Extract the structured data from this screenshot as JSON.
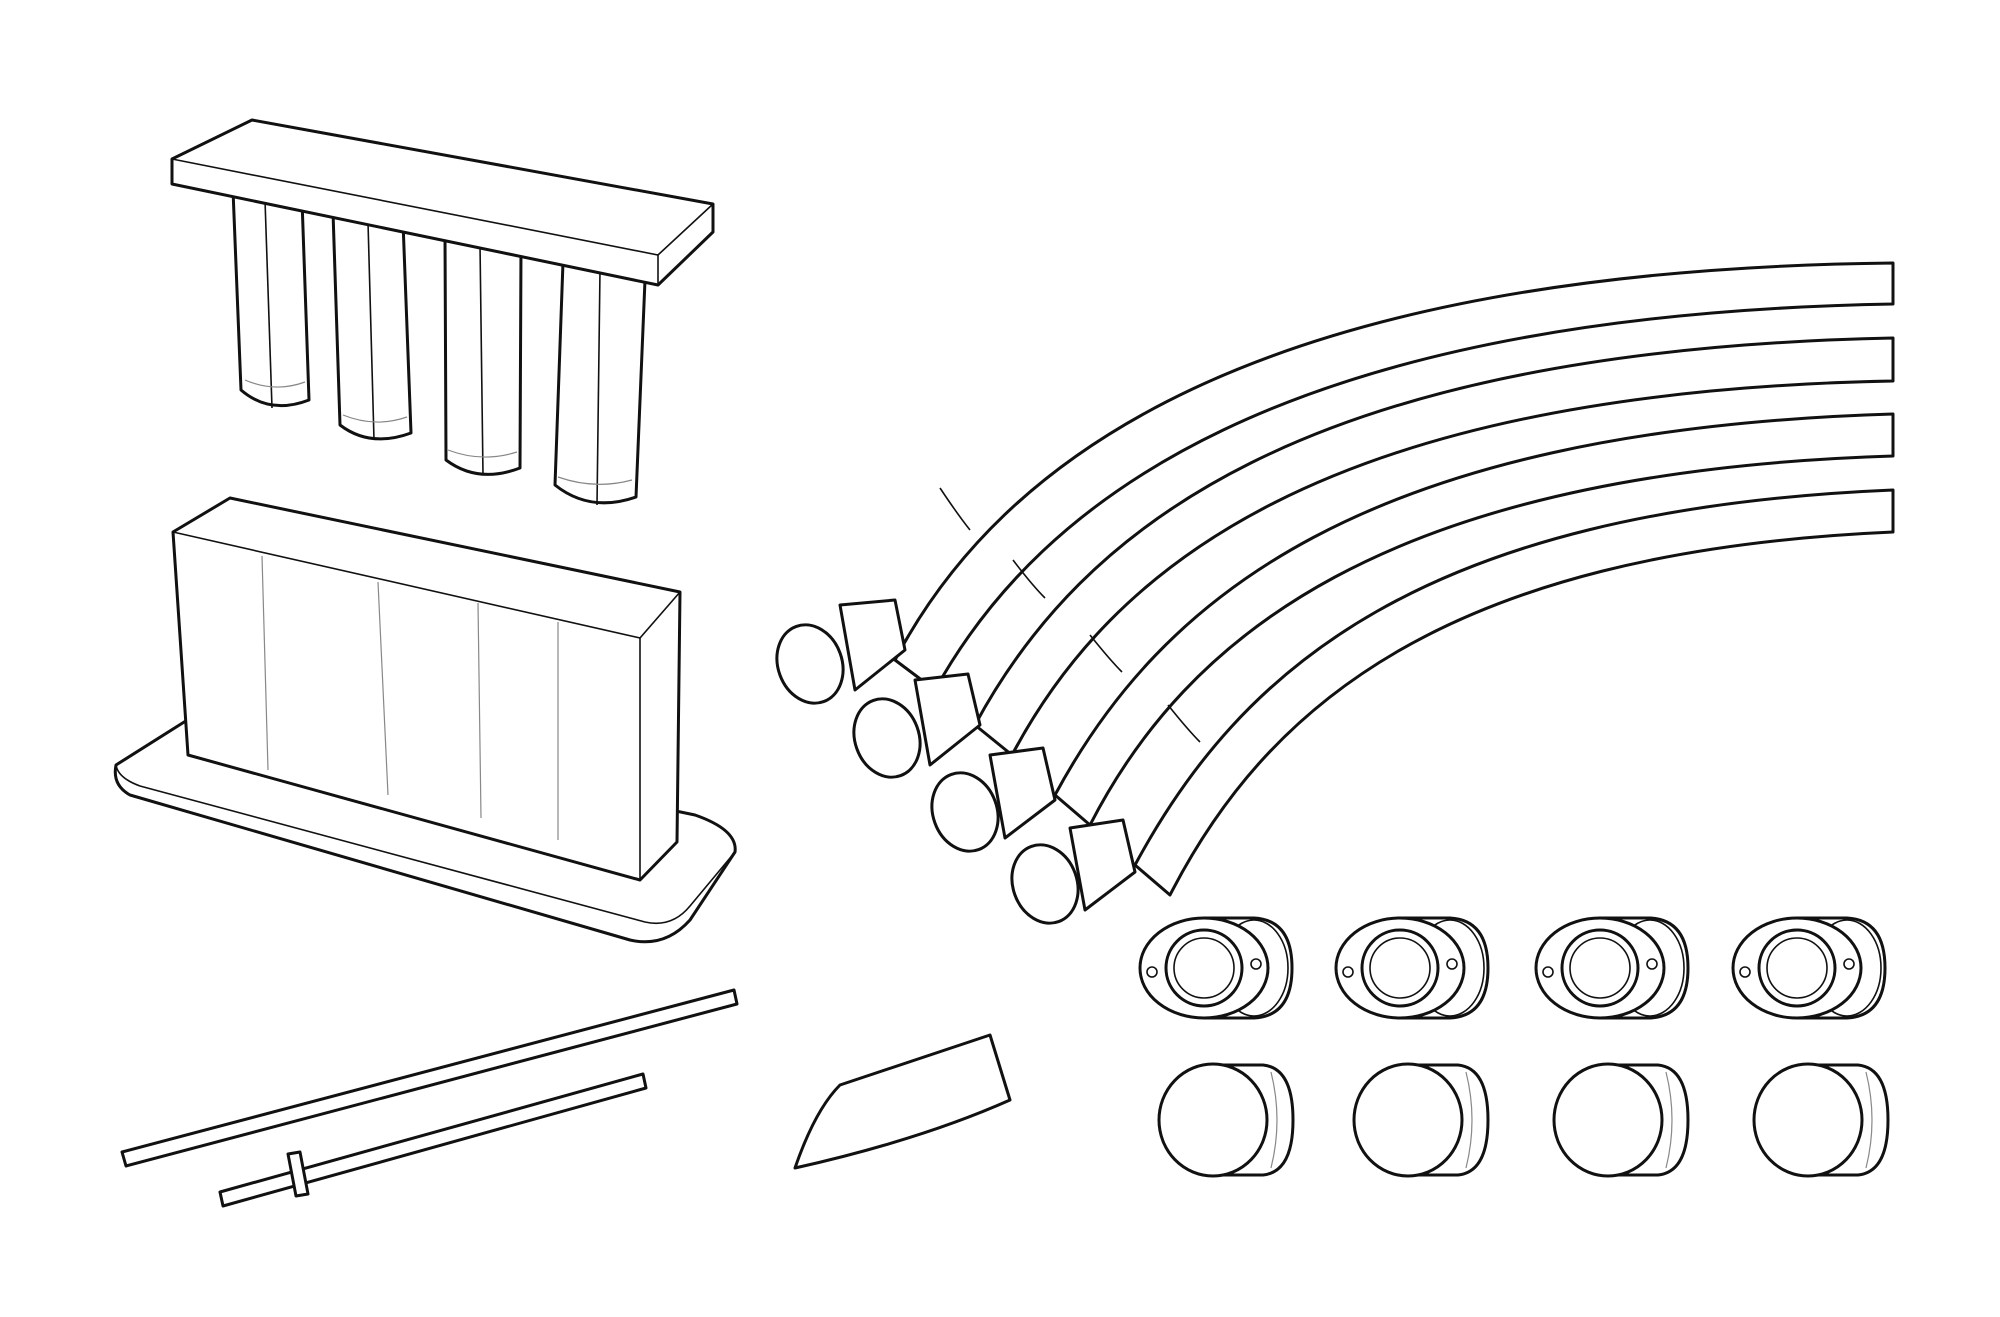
{
  "figure": {
    "description_shown": "",
    "colors": {
      "line": "#111111",
      "background": "#ffffff",
      "faint_line": "#888888"
    },
    "parts": [
      {
        "id": "comb-top",
        "icon": "comb-with-four-pegs-icon"
      },
      {
        "id": "mold-block",
        "icon": "block-on-plate-icon"
      },
      {
        "id": "curved-tubes",
        "icon": "four-curved-tubes-icon",
        "count": 4
      },
      {
        "id": "ring-caps",
        "icon": "ring-cap-icon",
        "count": 4
      },
      {
        "id": "plain-caps",
        "icon": "plain-cap-icon",
        "count": 4
      },
      {
        "id": "rods",
        "icon": "two-rods-icon",
        "count": 2
      },
      {
        "id": "blade",
        "icon": "blade-icon"
      }
    ]
  }
}
